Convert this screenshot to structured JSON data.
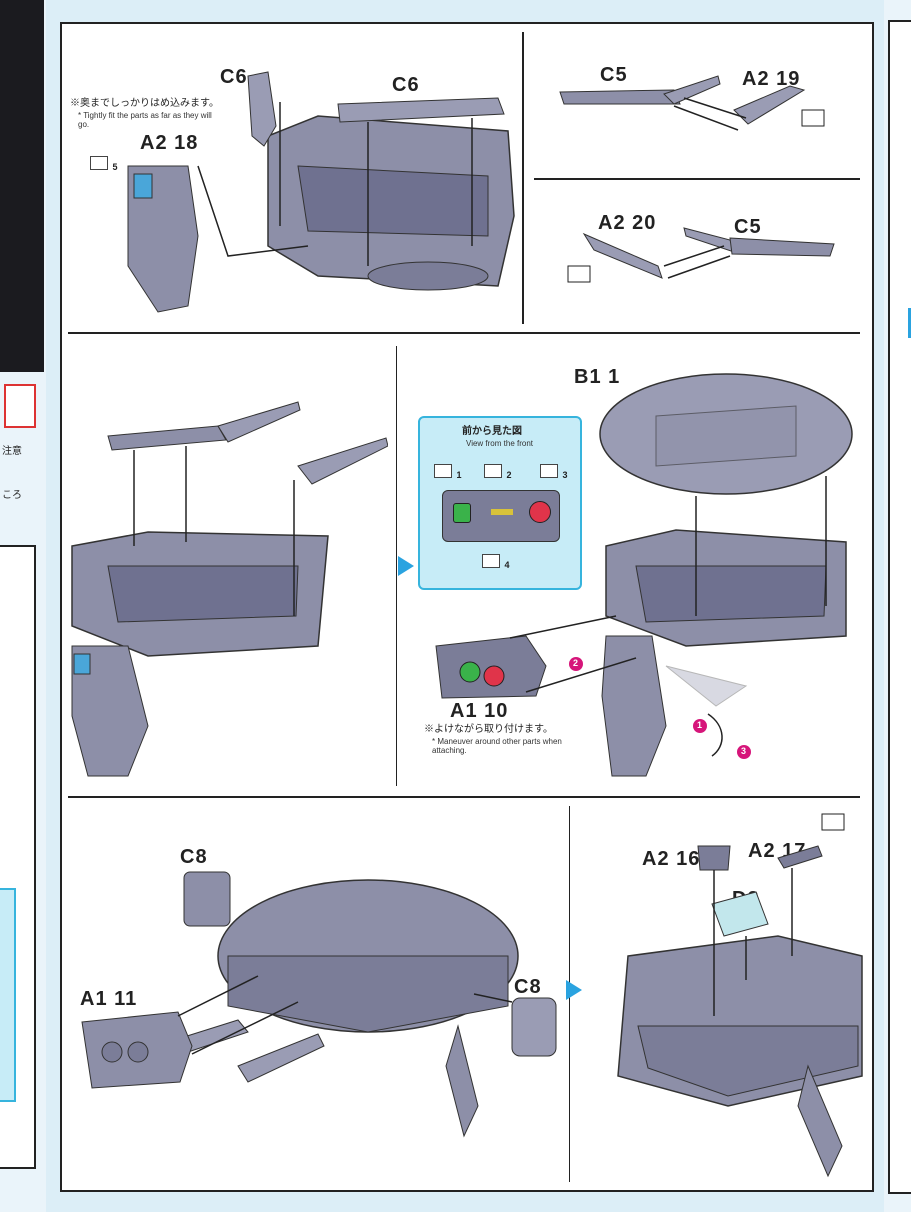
{
  "steps": {
    "top_left": {
      "labels": [
        "C6",
        "C6",
        "A2 18"
      ],
      "tag_number": "5",
      "note_jp": "※奥までしっかりはめ込みます。",
      "note_en": "* Tightly fit the parts as far as they will go."
    },
    "top_right_upper": {
      "labels": [
        "C5",
        "A2 19"
      ]
    },
    "top_right_lower": {
      "labels": [
        "A2 20",
        "C5"
      ]
    },
    "middle_right": {
      "labels": [
        "B1 1",
        "A1 10"
      ],
      "view_title_jp": "前から見た図",
      "view_title_en": "View from the front",
      "tags": [
        "1",
        "2",
        "3",
        "4"
      ],
      "step_numbers": [
        "1",
        "2",
        "3"
      ],
      "note_jp": "※よけながら取り付けます。",
      "note_en": "* Maneuver around other parts when attaching."
    },
    "bottom_left": {
      "labels": [
        "C8",
        "A1 11",
        "C8"
      ]
    },
    "bottom_right": {
      "labels": [
        "A2 16",
        "A2 17",
        "D2"
      ]
    }
  },
  "left_strip_text": [
    "注意",
    "ころ"
  ],
  "colors": {
    "part": "#8d8fa8",
    "part_dark": "#5e6078",
    "accent_blue": "#2aa3e0",
    "accent_magenta": "#d6157a",
    "callout_bg": "#c7ecf7"
  }
}
